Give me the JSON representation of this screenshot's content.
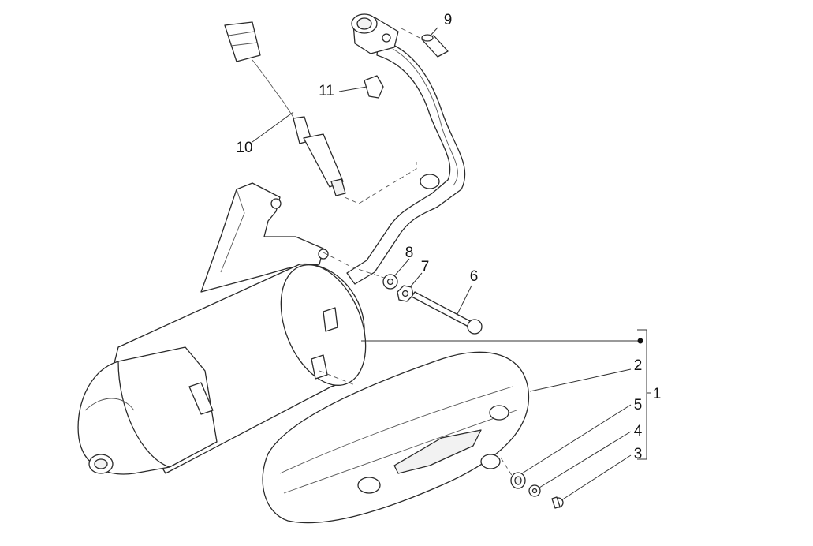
{
  "callouts": [
    {
      "id": "label-1",
      "text": "1"
    },
    {
      "id": "label-2",
      "text": "2"
    },
    {
      "id": "label-3",
      "text": "3"
    },
    {
      "id": "label-4",
      "text": "4"
    },
    {
      "id": "label-5",
      "text": "5"
    },
    {
      "id": "label-6",
      "text": "6"
    },
    {
      "id": "label-7",
      "text": "7"
    },
    {
      "id": "label-8",
      "text": "8"
    },
    {
      "id": "label-9",
      "text": "9"
    },
    {
      "id": "label-10",
      "text": "10"
    },
    {
      "id": "label-11",
      "text": "11"
    }
  ],
  "colors": {
    "line": "#2a2a2a",
    "background": "#ffffff"
  }
}
